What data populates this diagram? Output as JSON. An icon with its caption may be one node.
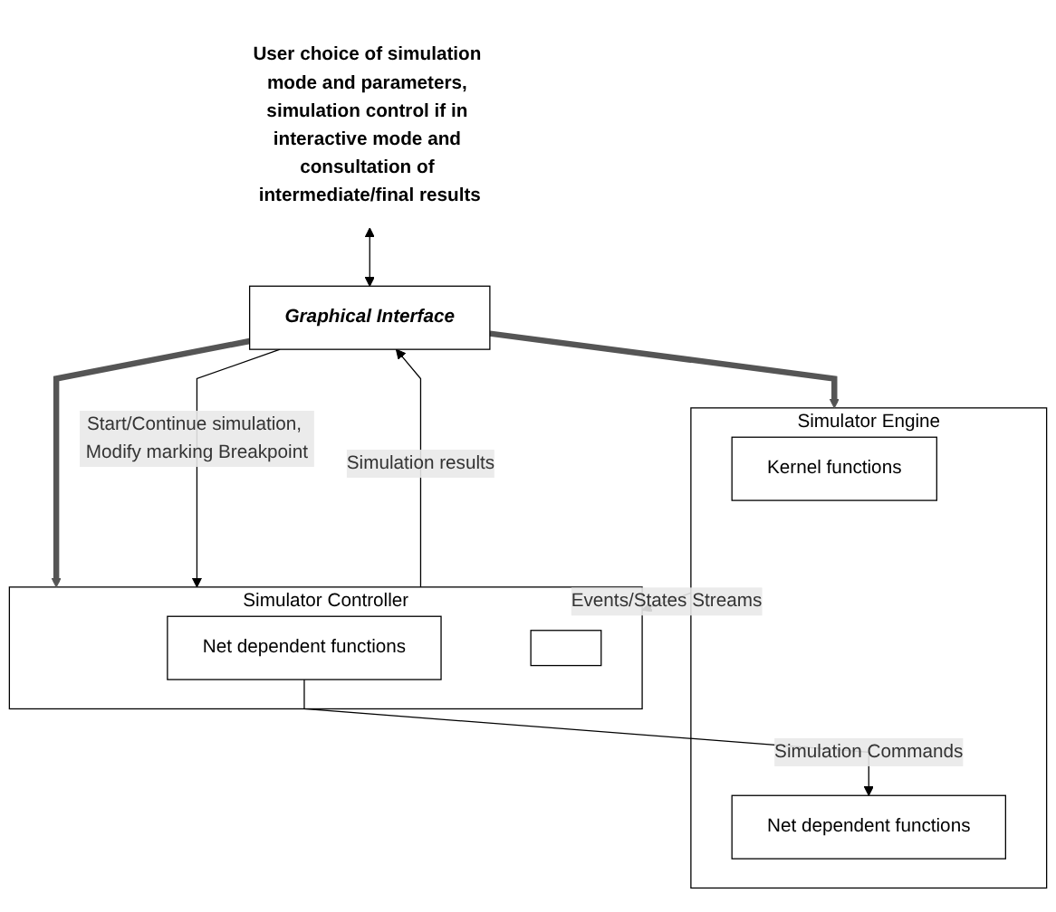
{
  "diagram": {
    "nodes": [
      {
        "text": [
          "User choice of simulation mode and parameters, simulation control if in interactive mode and consultation of intermediate/final results"
        ]
      },
      {
        "text": [
          "Graphical Interface"
        ]
      },
      {
        "text": [
          "Simulator Engine"
        ]
      },
      {
        "text": [
          "Kernel functions"
        ],
        "in": 2
      },
      {
        "text": [
          "Net dependent functions"
        ],
        "in": 2
      },
      {
        "text": [
          "Simulator Controller"
        ]
      },
      {
        "text": [
          "Net dependent functions"
        ],
        "in": 5
      },
      {
        "text": [],
        "shape": "box",
        "in": 5
      }
    ],
    "edges": [
      {
        "from": 0,
        "to": 1,
        "arrow": "both"
      },
      {
        "from": 1,
        "to": 2,
        "arrow": "to",
        "style": "thick"
      },
      {
        "from": 5,
        "to": 1,
        "arrow": "to",
        "label": "Simulation results"
      },
      {
        "from": 1,
        "to": 5,
        "arrow": "to",
        "style": "thick"
      },
      {
        "from": 1,
        "to": 5,
        "arrow": "to",
        "label": "Start/Continue simulation, Modify marking Breakpoint"
      },
      {
        "from": 2,
        "to": 5,
        "arrow": "to",
        "label": "Events/States Streams"
      },
      {
        "from": 6,
        "to": 4,
        "arrow": "to",
        "label": "Simulation Commands"
      }
    ]
  }
}
